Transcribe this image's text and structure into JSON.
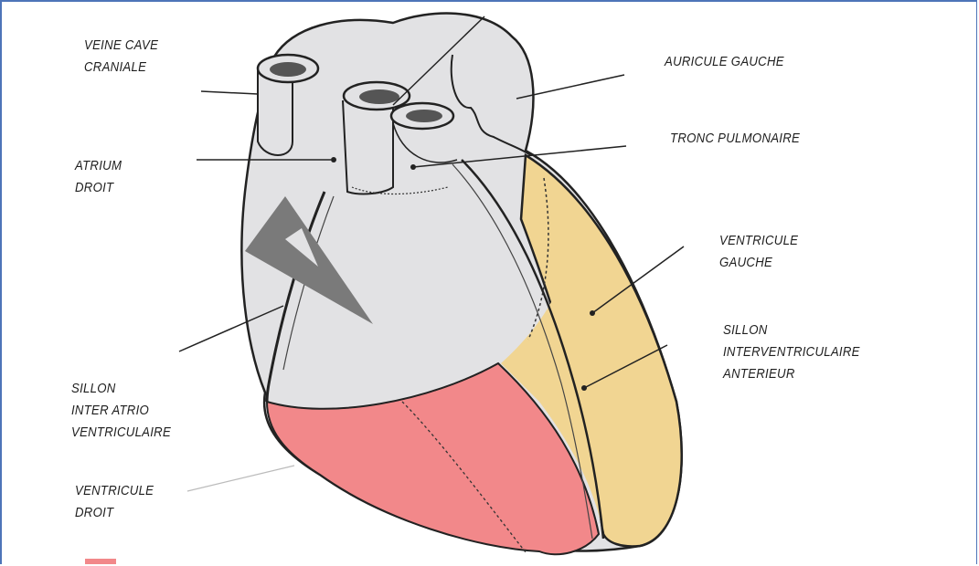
{
  "labels": {
    "veine_cave": [
      "VEINE CAVE",
      "CRANIALE"
    ],
    "atrium": [
      "ATRIUM",
      "DROIT"
    ],
    "sillon_ia": [
      "SILLON",
      "INTER ATRIO",
      "VENTRICULAIRE"
    ],
    "ventricule_droit": [
      "VENTRICULE",
      "DROIT"
    ],
    "auricule_gauche": "AURICULE GAUCHE",
    "tronc_pulmonaire": "TRONC PULMONAIRE",
    "ventricule_gauche": [
      "VENTRICULE",
      "GAUCHE"
    ],
    "sillon_iv": [
      "SILLON",
      "INTERVENTRICULAIRE",
      "ANTERIEUR"
    ]
  },
  "colors": {
    "border": "#4d74b8",
    "atria": "#e2e2e4",
    "right_ventricle": "#f2888a",
    "left_ventricle": "#f1d592",
    "arrow": "#7a7a7a",
    "outline": "#222222"
  }
}
